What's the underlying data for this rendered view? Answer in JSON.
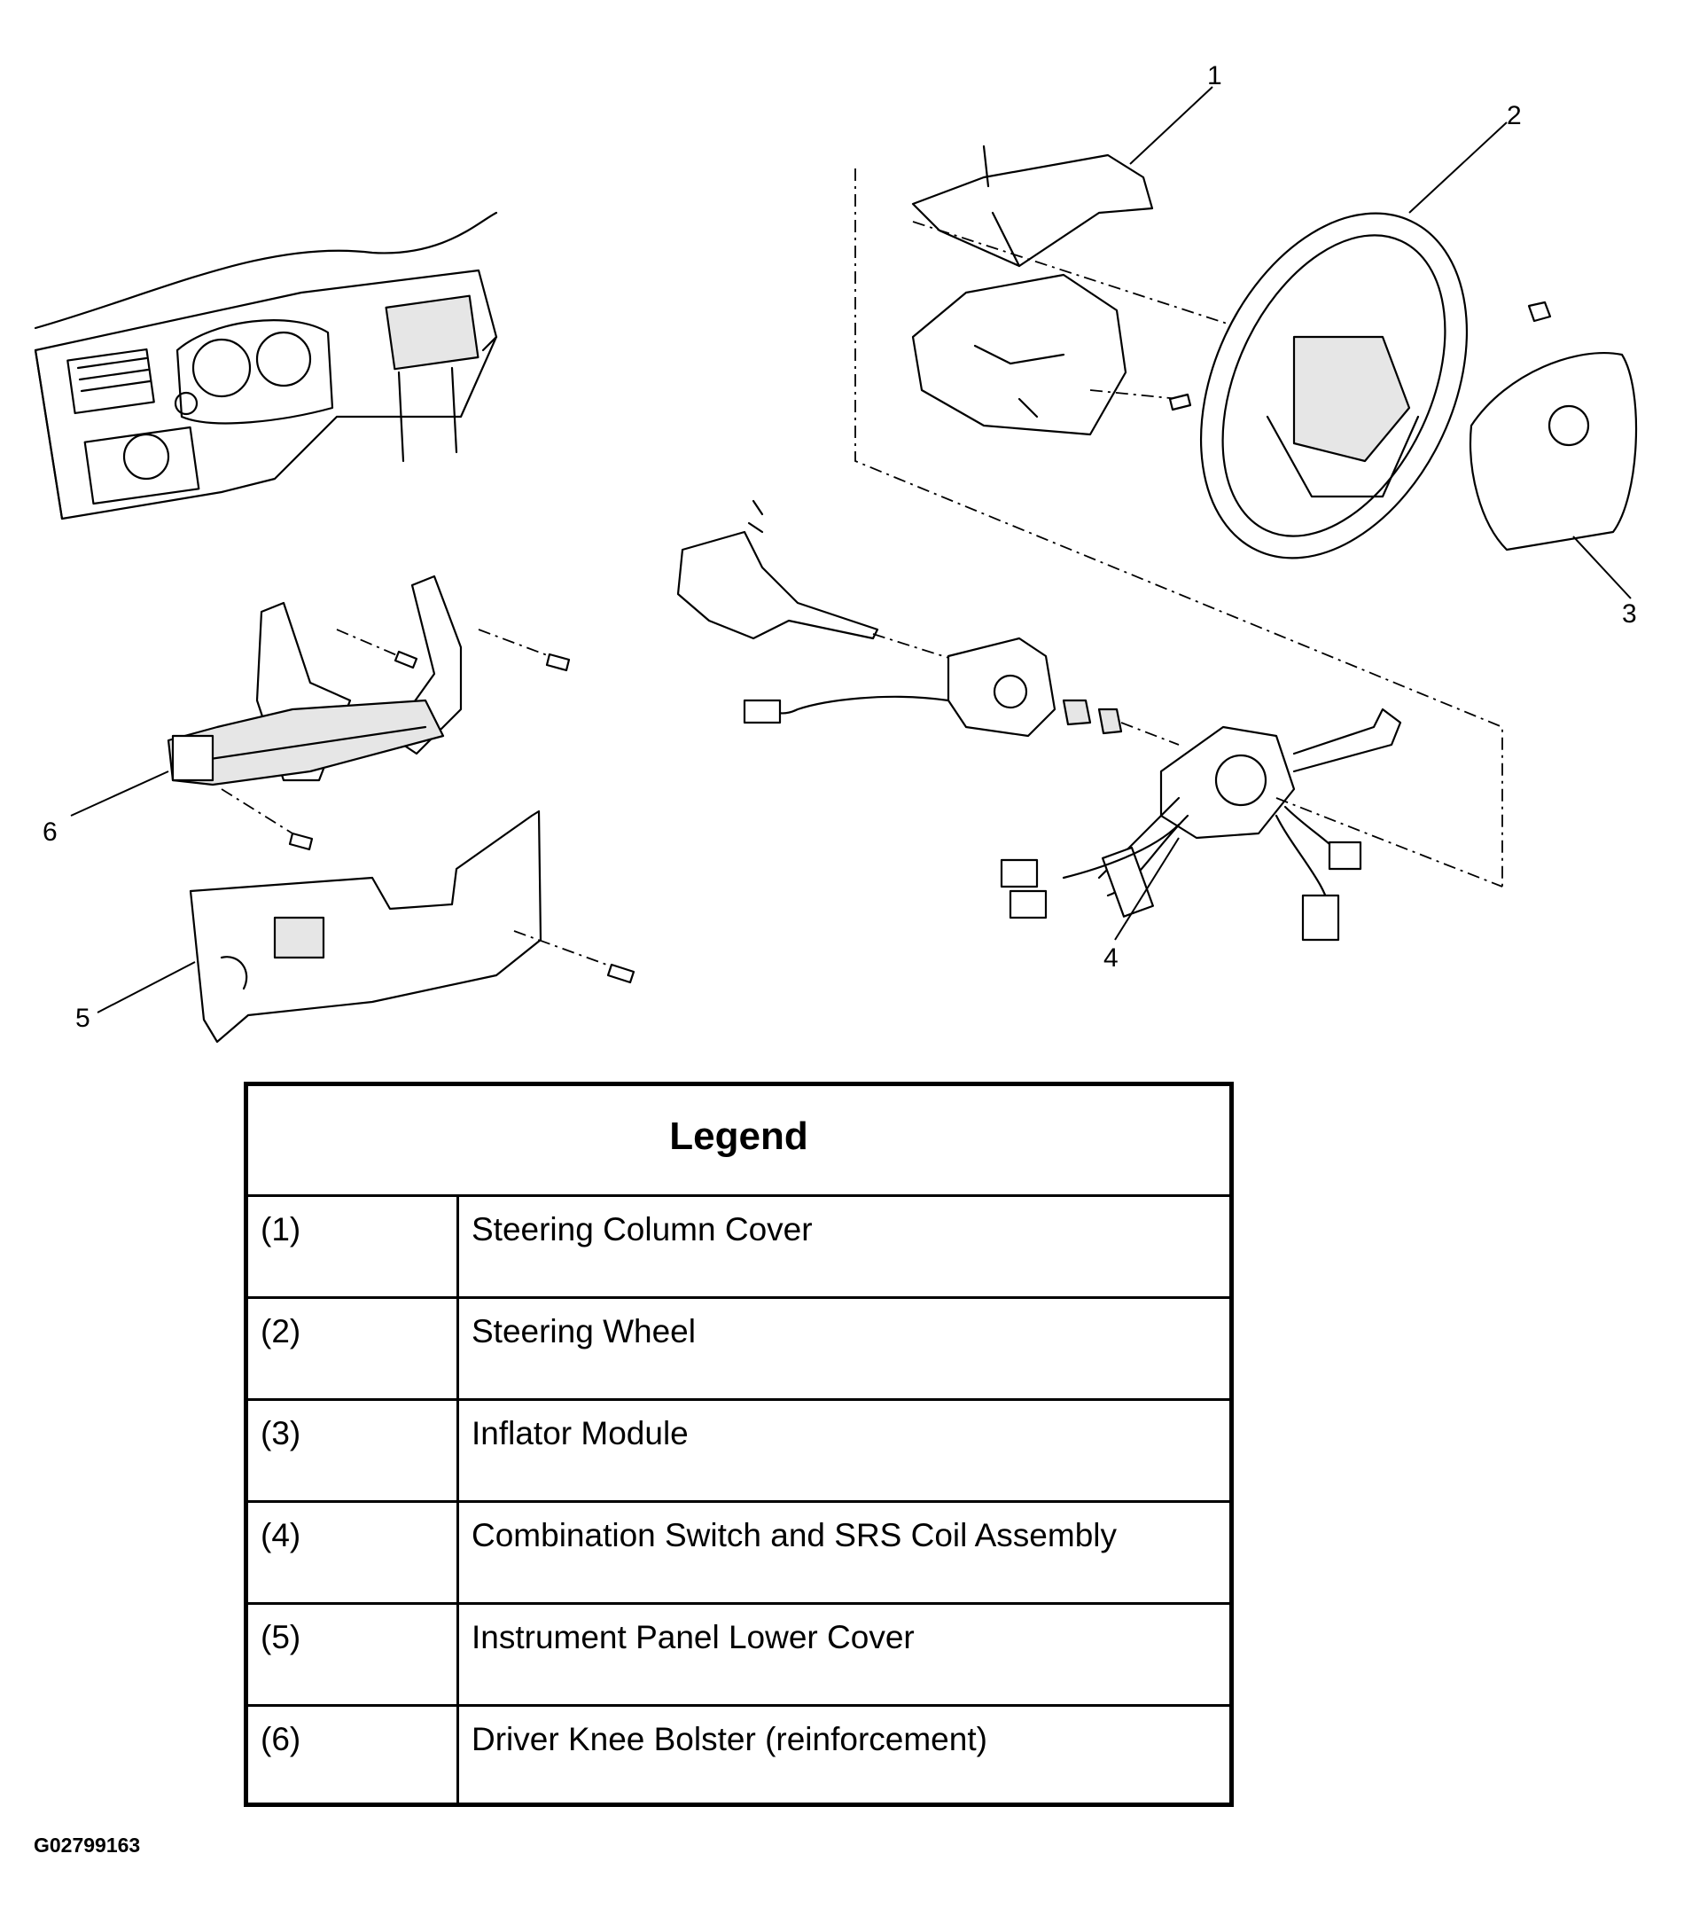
{
  "callouts": {
    "c1": "1",
    "c2": "2",
    "c3": "3",
    "c4": "4",
    "c5": "5",
    "c6": "6"
  },
  "legend": {
    "title": "Legend",
    "rows": [
      {
        "num": "(1)",
        "desc": "Steering Column Cover"
      },
      {
        "num": "(2)",
        "desc": "Steering Wheel"
      },
      {
        "num": "(3)",
        "desc": "Inflator Module"
      },
      {
        "num": "(4)",
        "desc": "Combination Switch and SRS Coil Assembly"
      },
      {
        "num": "(5)",
        "desc": "Instrument Panel Lower Cover"
      },
      {
        "num": "(6)",
        "desc": "Driver Knee Bolster (reinforcement)"
      }
    ]
  },
  "figure_id": "G02799163"
}
